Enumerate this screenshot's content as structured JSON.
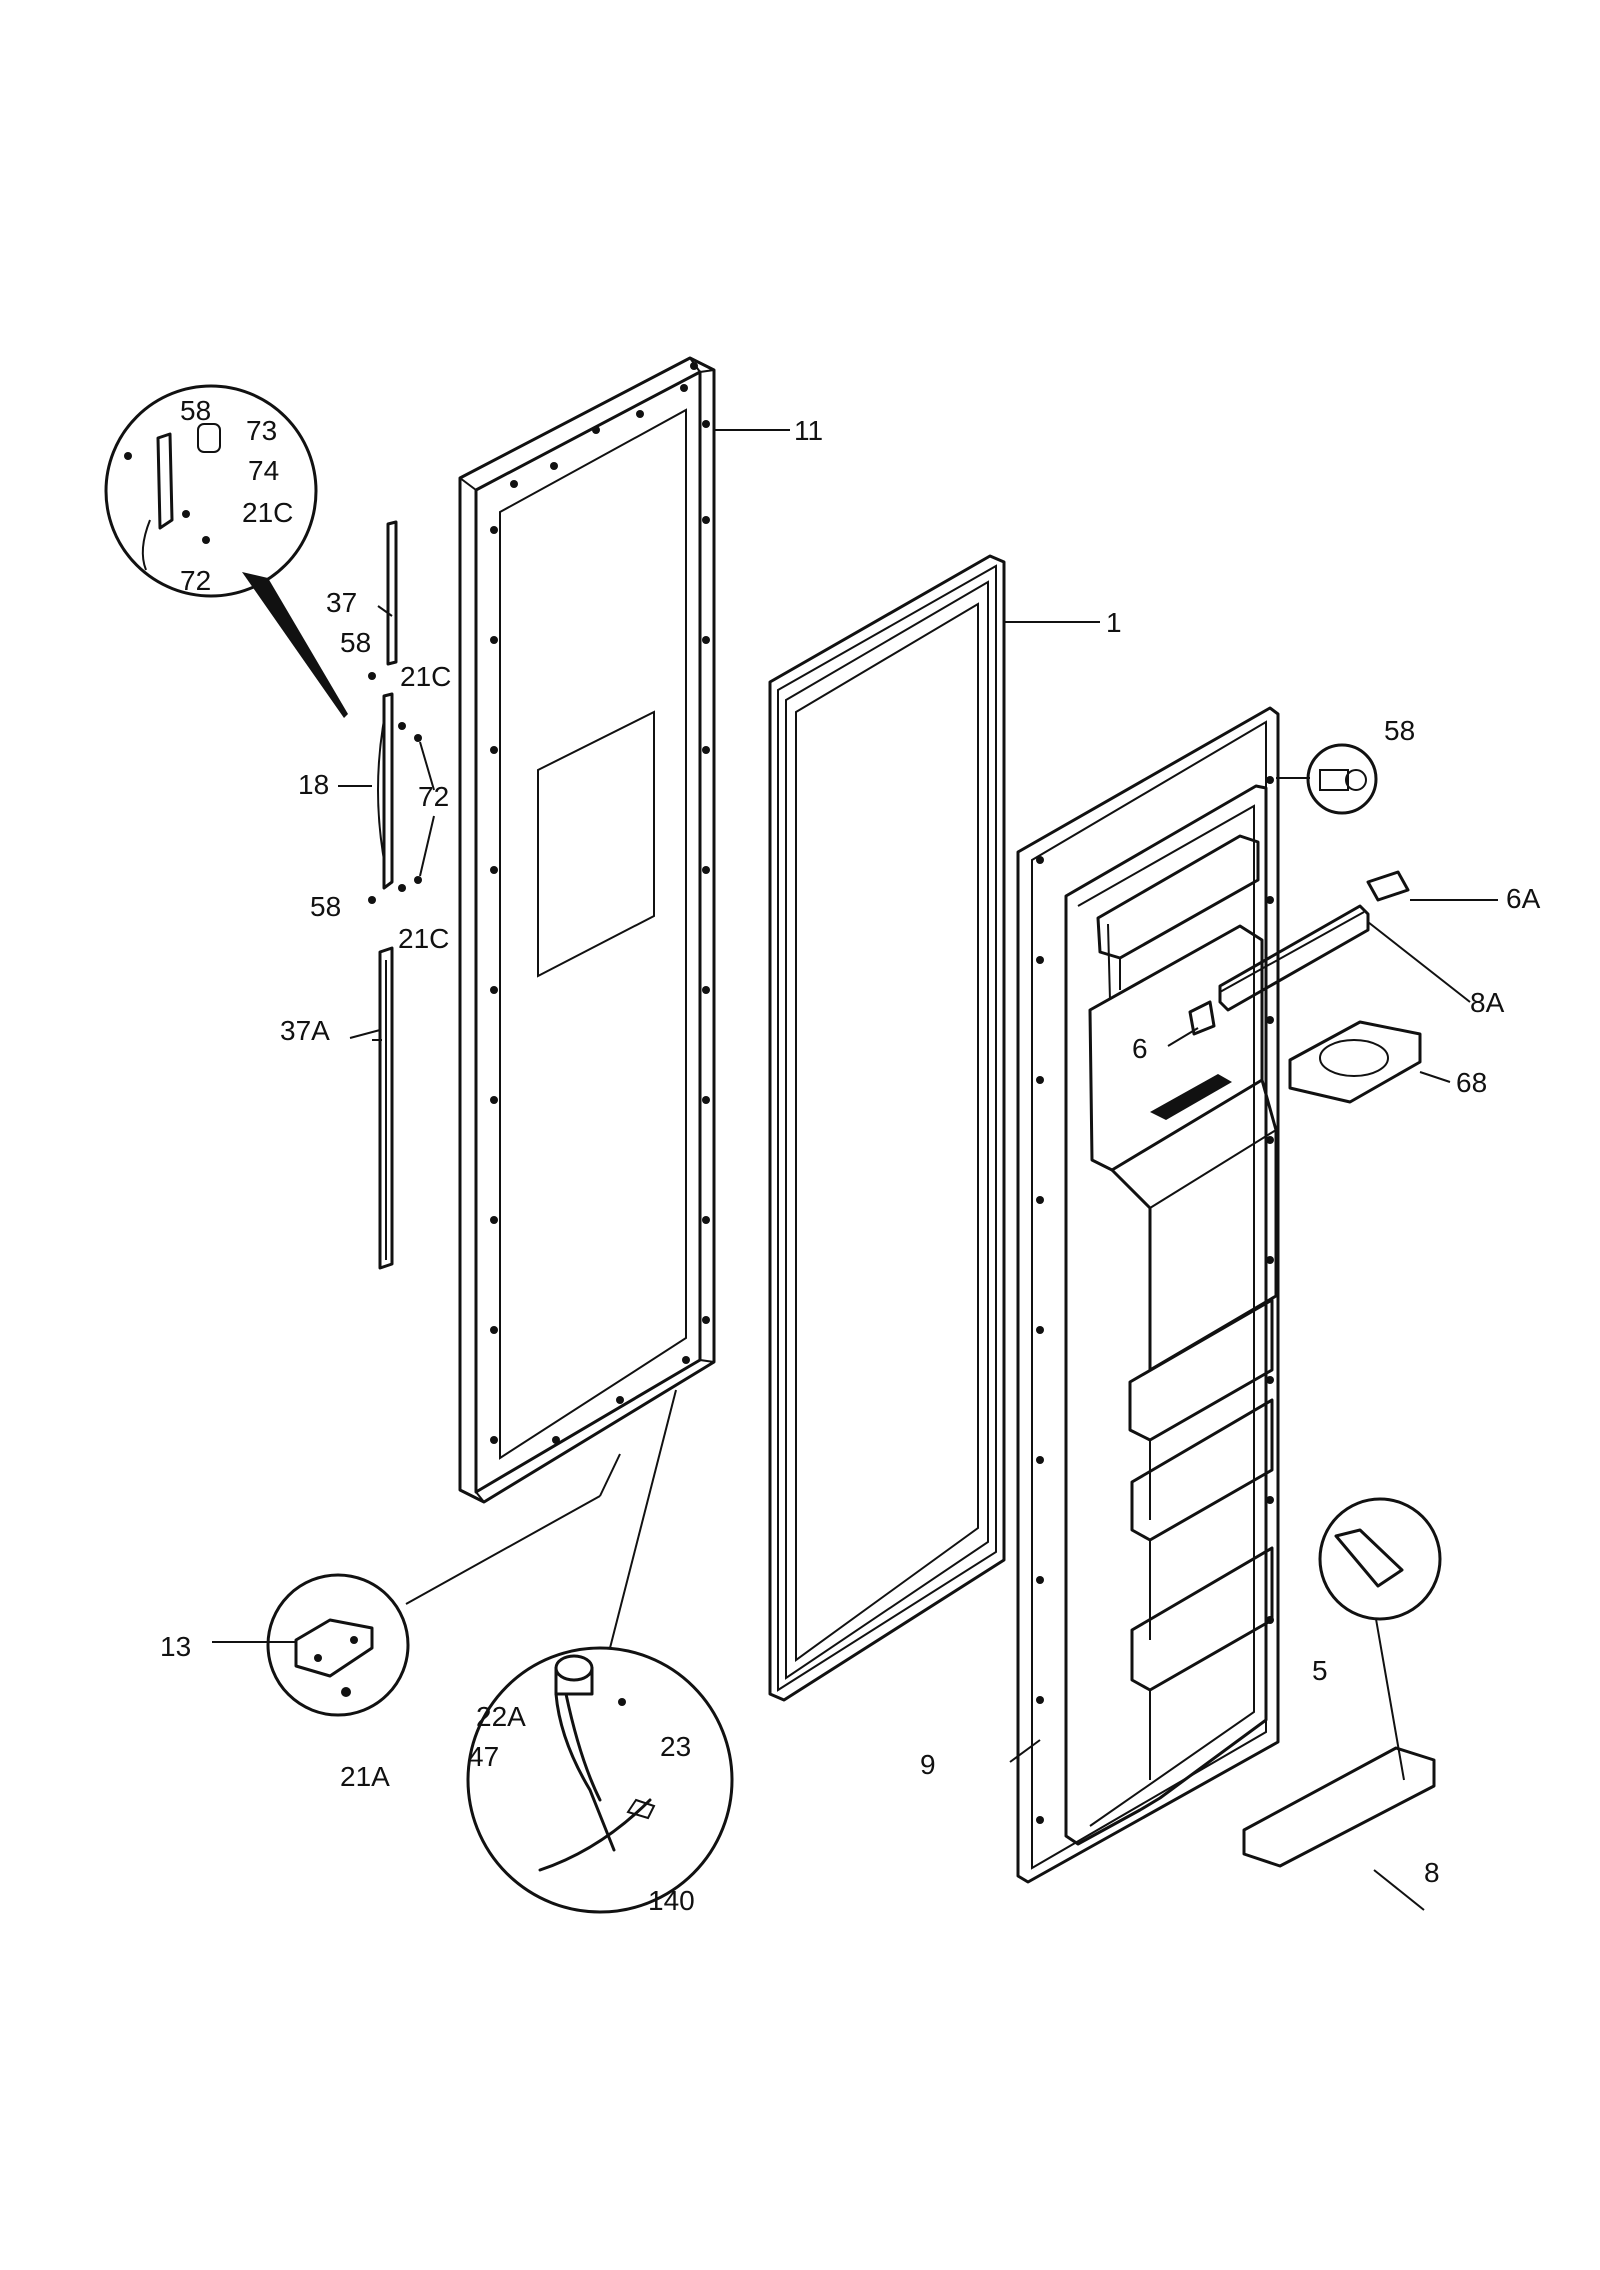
{
  "callouts": {
    "c11": "11",
    "c1": "1",
    "c58_top": "58",
    "c73": "73",
    "c74": "74",
    "c21C_inset": "21C",
    "c72_inset": "72",
    "c37": "37",
    "c58_mid": "58",
    "c21C_upper": "21C",
    "c18": "18",
    "c72": "72",
    "c58_low": "58",
    "c21C_lower": "21C",
    "c37A": "37A",
    "c58_right": "58",
    "c6A": "6A",
    "c8A": "8A",
    "c6": "6",
    "c68": "68",
    "c13": "13",
    "c21A": "21A",
    "c22A": "22A",
    "c47": "47",
    "c23": "23",
    "c140": "140",
    "c9": "9",
    "c5": "5",
    "c8": "8"
  }
}
